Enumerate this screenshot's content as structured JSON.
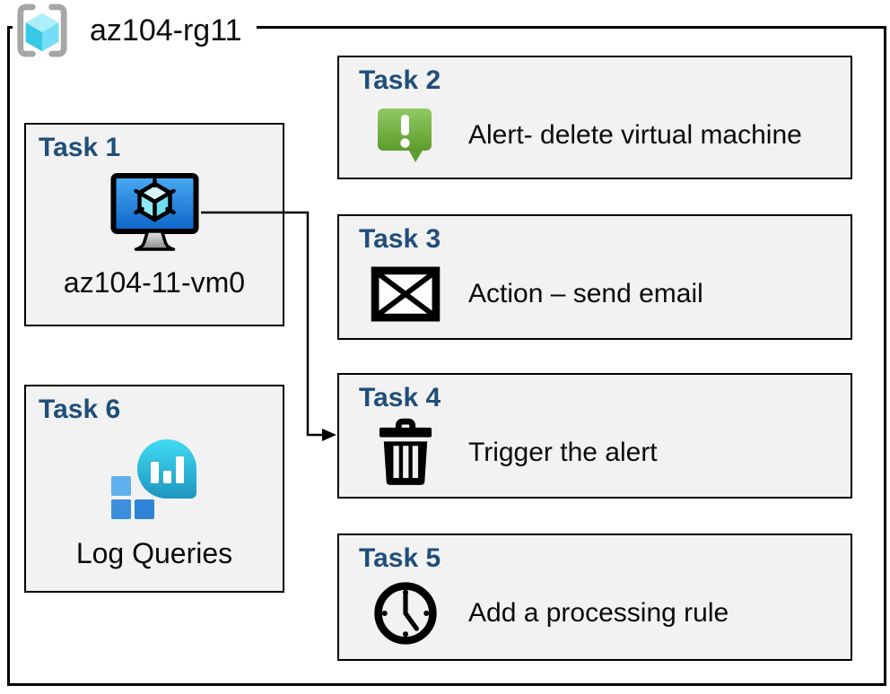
{
  "title": "az104-rg11",
  "diagram_type": "azure-resource-group-task-diagram",
  "tasks": [
    {
      "label": "Task 1",
      "caption": "az104-11-vm0",
      "icon": "virtual-machine-icon"
    },
    {
      "label": "Task 2",
      "caption": "Alert- delete virtual machine",
      "icon": "alert-message-icon"
    },
    {
      "label": "Task 3",
      "caption": "Action – send email",
      "icon": "email-envelope-icon"
    },
    {
      "label": "Task 4",
      "caption": "Trigger the alert",
      "icon": "trash-delete-icon"
    },
    {
      "label": "Task 5",
      "caption": "Add a processing rule",
      "icon": "clock-icon"
    },
    {
      "label": "Task 6",
      "caption": "Log Queries",
      "icon": "log-analytics-icon"
    }
  ],
  "connector": {
    "from": "Task 1",
    "to": "Task 4",
    "style": "elbow-arrow"
  },
  "colors": {
    "heading_blue": "#1f4e79",
    "box_fill": "#f2f2f2",
    "border": "#000000",
    "alert_green_top": "#8cc75f",
    "alert_green_bottom": "#5d9c2e",
    "vm_screen_blue": "#1d7fe0",
    "rg_cube_cyan": "#4fd0ec",
    "log_balloon_teal": "#2ab4dd",
    "log_square_blue": "#2e84d6",
    "bracket_gray": "#a6a6a6"
  }
}
